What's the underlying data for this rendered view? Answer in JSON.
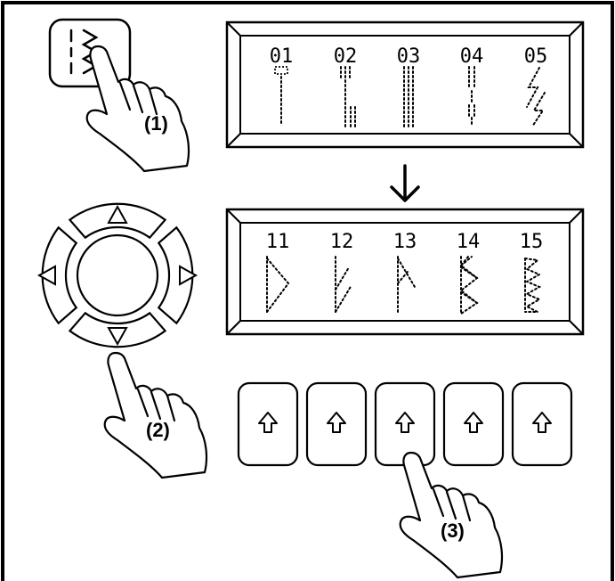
{
  "panel": {
    "top_display": {
      "stitches": [
        {
          "number": "01",
          "icon": "straight-stitch-reverse-icon"
        },
        {
          "number": "02",
          "icon": "triple-straight-stitch-icon"
        },
        {
          "number": "03",
          "icon": "stretch-straight-stitch-icon"
        },
        {
          "number": "04",
          "icon": "basting-stitch-icon"
        },
        {
          "number": "05",
          "icon": "lightning-stitch-icon"
        }
      ]
    },
    "bottom_display": {
      "stitches": [
        {
          "number": "11",
          "icon": "blanket-stitch-icon"
        },
        {
          "number": "12",
          "icon": "slant-stitch-icon"
        },
        {
          "number": "13",
          "icon": "feather-stitch-icon"
        },
        {
          "number": "14",
          "icon": "cross-stitch-icon"
        },
        {
          "number": "15",
          "icon": "overlock-stitch-icon"
        }
      ]
    },
    "transition_arrow": "down-arrow-icon",
    "step_labels": [
      "(1)",
      "(2)",
      "(3)"
    ],
    "select_keys_count": 5
  }
}
